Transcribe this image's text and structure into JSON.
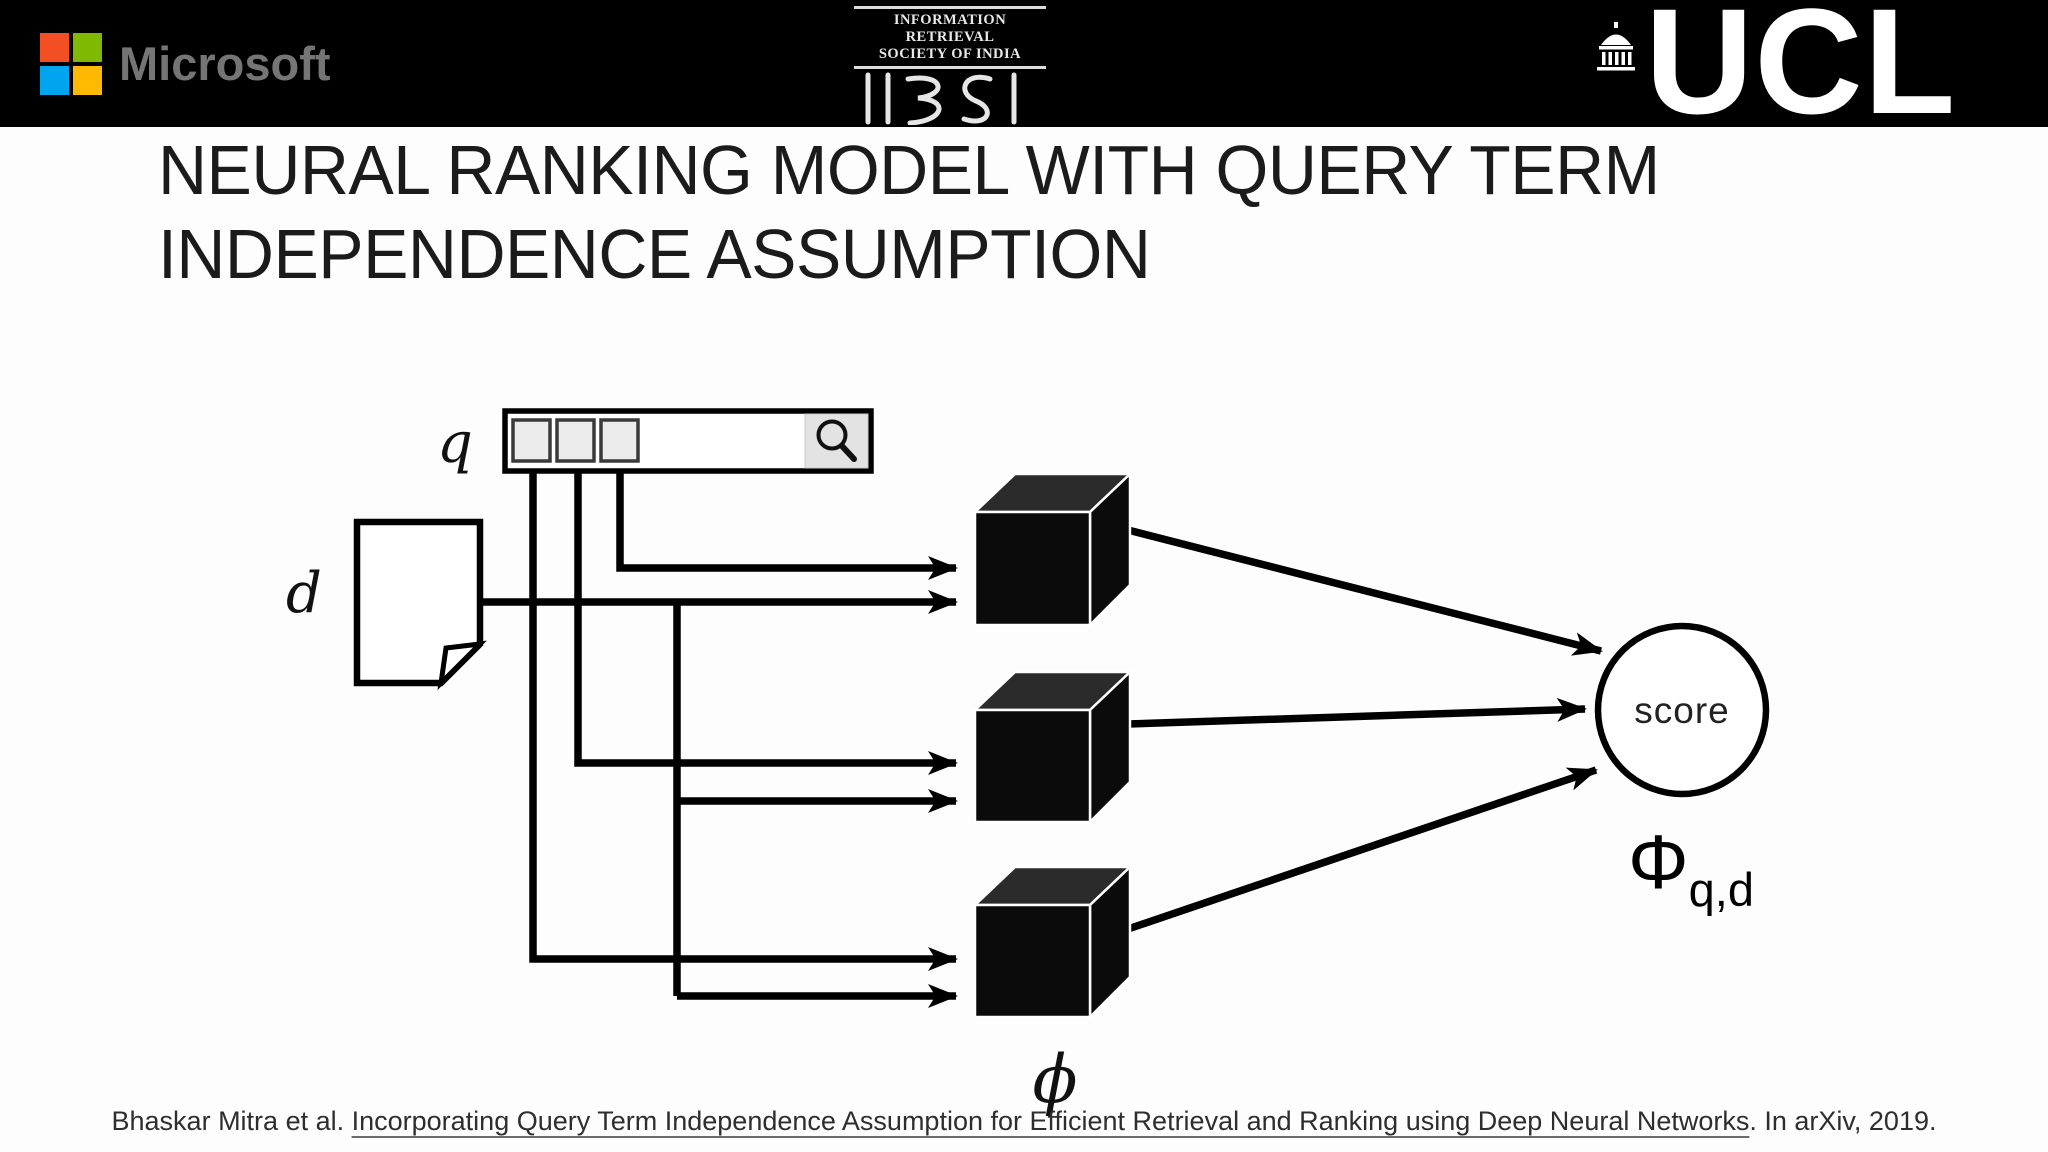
{
  "header": {
    "microsoft": {
      "label": "Microsoft",
      "square_colors": {
        "top_left": "#f25022",
        "top_right": "#7fba00",
        "bottom_left": "#00a4ef",
        "bottom_right": "#ffb900"
      },
      "text_color": "#757575"
    },
    "irsi": {
      "line1": "INFORMATION RETRIEVAL",
      "line2": "SOCIETY OF INDIA",
      "mark": "IRSI"
    },
    "ucl": {
      "label": "UCL"
    }
  },
  "title": {
    "line1": "NEURAL RANKING MODEL WITH QUERY TERM",
    "line2": "INDEPENDENCE ASSUMPTION"
  },
  "diagram": {
    "query_label": "q",
    "document_label": "d",
    "score_label": "score",
    "phi_label": "ϕ",
    "output_main": "Φ",
    "output_sub": "q,d",
    "query_term_count": 3,
    "model_count": 3,
    "icons": {
      "search": "magnifying-glass",
      "document": "page-with-folded-corner",
      "ucl_building": "dome-portico"
    },
    "colors": {
      "cube_front": "#0b0b0b",
      "cube_top": "#2b2b2b",
      "wire": "#000000",
      "query_term_fill": "#ececec",
      "search_button_fill": "#e3e3e3",
      "bar_background": "#000000"
    }
  },
  "citation": {
    "prefix": "Bhaskar Mitra et al. ",
    "link": "Incorporating Query Term Independence Assumption for Efficient Retrieval and Ranking using Deep Neural Networks",
    "suffix": ". In arXiv, 2019."
  }
}
